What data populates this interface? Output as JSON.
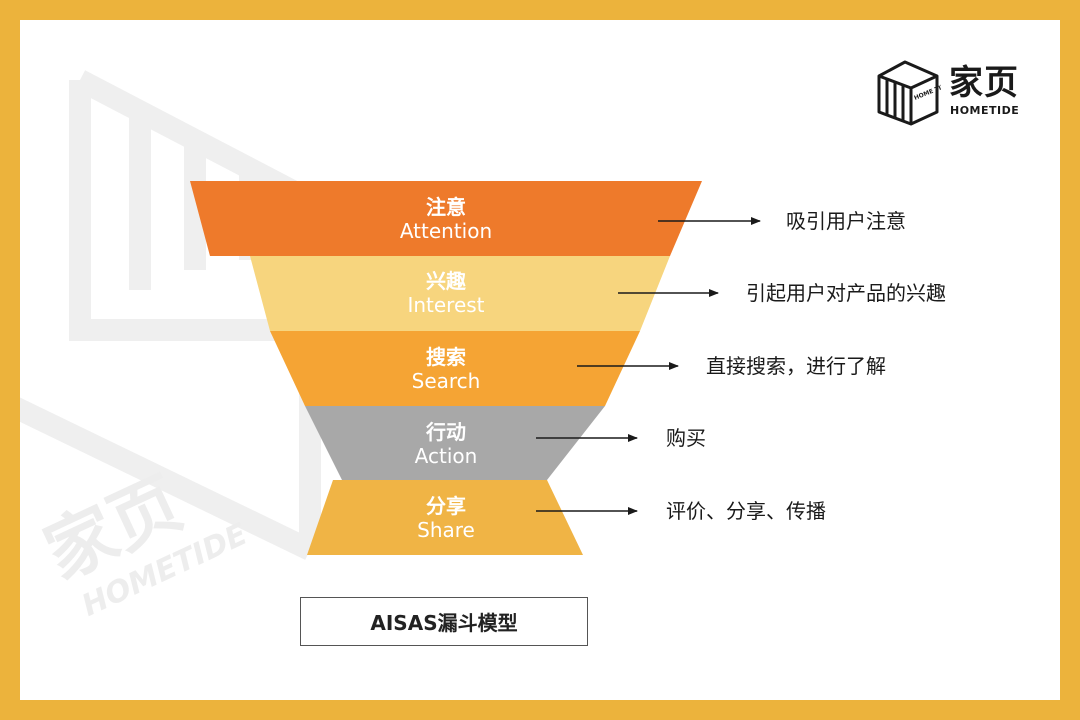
{
  "logo": {
    "name_cn": "家页",
    "name_en": "HOMETIDE",
    "mark_text": "HOME TIDE"
  },
  "watermark": {
    "name_cn": "家页",
    "name_en": "HOMETIDE"
  },
  "colors": {
    "frame": "#ECB33C",
    "stage_1": "#EE7A2B",
    "stage_2": "#F7D57E",
    "stage_3": "#F5A434",
    "stage_4": "#A8A8A8",
    "stage_5": "#F0B445"
  },
  "funnel": {
    "stages": [
      {
        "cn": "注意",
        "en": "Attention",
        "description": "吸引用户注意"
      },
      {
        "cn": "兴趣",
        "en": "Interest",
        "description": "引起用户对产品的兴趣"
      },
      {
        "cn": "搜索",
        "en": "Search",
        "description": "直接搜索，进行了解"
      },
      {
        "cn": "行动",
        "en": "Action",
        "description": "购买"
      },
      {
        "cn": "分享",
        "en": "Share",
        "description": "评价、分享、传播"
      }
    ]
  },
  "caption": "AISAS漏斗模型"
}
